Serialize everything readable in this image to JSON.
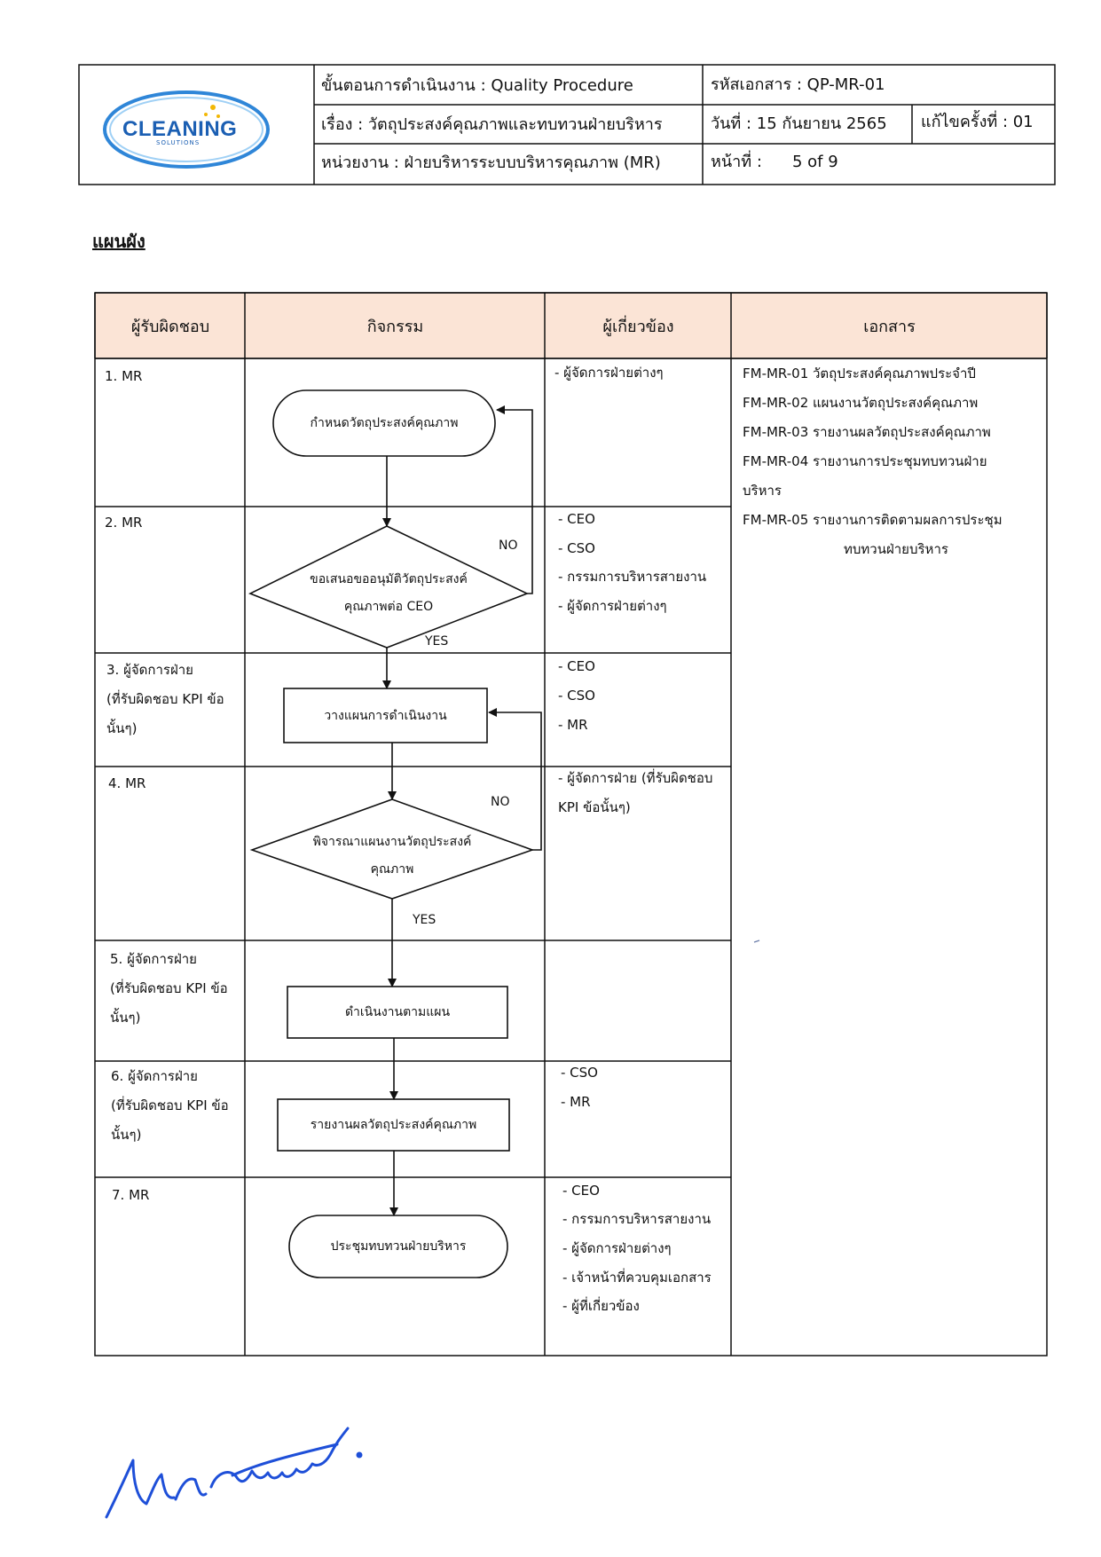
{
  "header": {
    "logo_text": "CLEANING",
    "logo_sub": "SOLUTIONS",
    "procedure": "ขั้นตอนการดำเนินงาน : Quality Procedure",
    "doc_code": "รหัสเอกสาร : QP-MR-01",
    "subject": "เรื่อง  : วัตถุประสงค์คุณภาพและทบทวนฝ่ายบริหาร",
    "date": "วันที่ : 15 กันยายน 2565",
    "revision": "แก้ไขครั้งที่ : 01",
    "unit": "หน่วยงาน  :  ฝ่ายบริหารระบบบริหารคุณภาพ (MR)",
    "page_label": "หน้าที่ :",
    "page_value": "5 of 9"
  },
  "section_title": "แผนผัง",
  "table": {
    "columns": [
      "ผู้รับผิดชอบ",
      "กิจกรรม",
      "ผู้เกี่ยวข้อง",
      "เอกสาร"
    ],
    "rows": [
      {
        "owner": [
          "1. MR"
        ],
        "related": [
          "- ผู้จัดการฝ่ายต่างๆ"
        ]
      },
      {
        "owner": [
          "2. MR"
        ],
        "related": [
          "- CEO",
          "- CSO",
          "- กรรมการบริหารสายงาน",
          "- ผู้จัดการฝ่ายต่างๆ"
        ]
      },
      {
        "owner": [
          "3. ผู้จัดการฝ่าย",
          "(ที่รับผิดชอบ KPI ข้อ",
          "นั้นๆ)"
        ],
        "related": [
          "- CEO",
          "- CSO",
          "- MR"
        ]
      },
      {
        "owner": [
          "4. MR"
        ],
        "related": [
          "- ผู้จัดการฝ่าย (ที่รับผิดชอบ",
          "KPI ข้อนั้นๆ)"
        ]
      },
      {
        "owner": [
          "5. ผู้จัดการฝ่าย",
          "(ที่รับผิดชอบ KPI ข้อ",
          "นั้นๆ)"
        ],
        "related": []
      },
      {
        "owner": [
          "6. ผู้จัดการฝ่าย",
          "(ที่รับผิดชอบ KPI ข้อ",
          "นั้นๆ)"
        ],
        "related": [
          "- CSO",
          "- MR"
        ]
      },
      {
        "owner": [
          "7. MR"
        ],
        "related": [
          "- CEO",
          "- กรรมการบริหารสายงาน",
          "- ผู้จัดการฝ่ายต่างๆ",
          "- เจ้าหน้าที่ควบคุมเอกสาร",
          "- ผู้ที่เกี่ยวข้อง"
        ]
      }
    ],
    "documents": [
      "FM-MR-01  วัตถุประสงค์คุณภาพประจำปี",
      "FM-MR-02  แผนงานวัตถุประสงค์คุณภาพ",
      "FM-MR-03  รายงานผลวัตถุประสงค์คุณภาพ",
      "FM-MR-04  รายงานการประชุมทบทวนฝ่าย",
      "บริหาร",
      "FM-MR-05  รายงานการติดตามผลการประชุม",
      "ทบทวนฝ่ายบริหาร"
    ]
  },
  "flow": {
    "step1": "กำหนดวัตถุประสงค์คุณภาพ",
    "step2_line1": "ขอเสนอขออนุมัติวัตถุประสงค์",
    "step2_line2": "คุณภาพต่อ CEO",
    "step3": "วางแผนการดำเนินงาน",
    "step4_line1": "พิจารณาแผนงานวัตถุประสงค์",
    "step4_line2": "คุณภาพ",
    "step5": "ดำเนินงานตามแผน",
    "step6": "รายงานผลวัตถุประสงค์คุณภาพ",
    "step7": "ประชุมทบทวนฝ่ายบริหาร",
    "no_label": "NO",
    "yes_label": "YES"
  },
  "colors": {
    "header_fill": "#fbe4d6",
    "logo_blue": "#1b5fb3",
    "signature_blue": "#1e4fd8"
  }
}
